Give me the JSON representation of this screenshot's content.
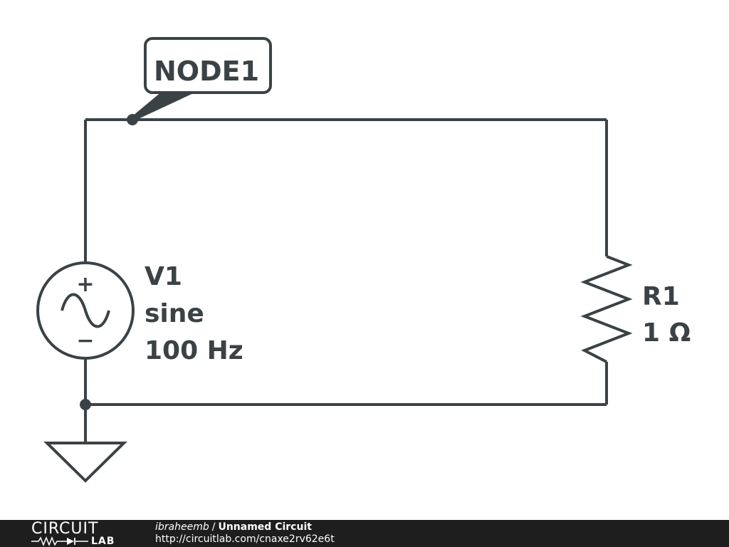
{
  "schematic": {
    "node_label": "NODE1",
    "source": {
      "name": "V1",
      "type": "sine",
      "frequency": "100 Hz",
      "plus_sign": "+",
      "minus_sign": "−"
    },
    "resistor": {
      "name": "R1",
      "value": "1 Ω"
    },
    "colors": {
      "wire": "#3b4246",
      "background": "#ffffff"
    }
  },
  "footer": {
    "logo_top": "CIRCUIT",
    "logo_bottom": "LAB",
    "author": "ibraheemb",
    "separator": "/",
    "circuit_title": "Unnamed Circuit",
    "url": "http://circuitlab.com/cnaxe2rv62e6t",
    "background": "#1e1e1e"
  }
}
